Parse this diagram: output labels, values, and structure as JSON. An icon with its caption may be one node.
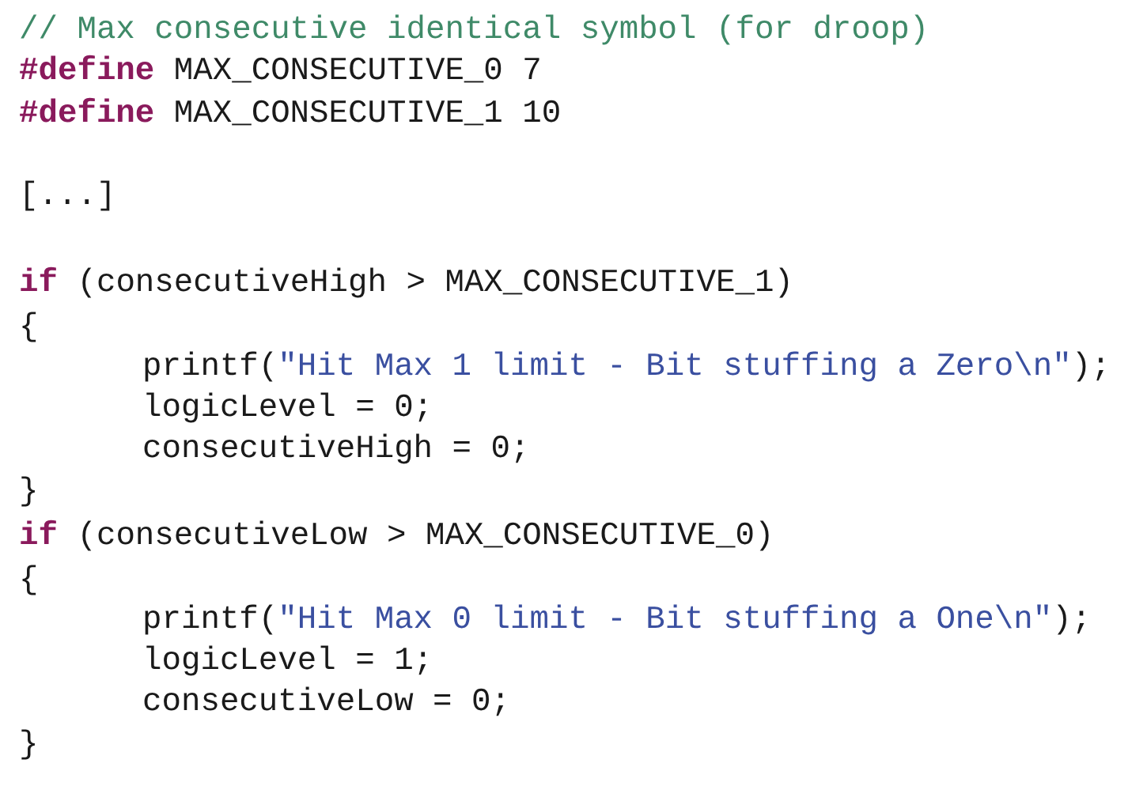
{
  "diagram": {
    "labels": [
      "// Max consecutive identical symbol (for droop)",
      "#define",
      "MAX_CONSECUTIVE_0 7",
      "#define",
      "MAX_CONSECUTIVE_1 10",
      "[...]",
      "if",
      "(consecutiveHigh > MAX_CONSECUTIVE_1)",
      "{",
      "printf(",
      "\"Hit Max 1 limit - Bit stuffing a Zero\\n\"",
      ");",
      "logicLevel = 0;",
      "consecutiveHigh = 0;",
      "}",
      "if",
      "(consecutiveLow > MAX_CONSECUTIVE_0)",
      "{",
      "printf(",
      "\"Hit Max 0 limit - Bit stuffing a One\\n\"",
      ");",
      "logicLevel = 1;",
      "consecutiveLow = 0;",
      "}"
    ]
  }
}
